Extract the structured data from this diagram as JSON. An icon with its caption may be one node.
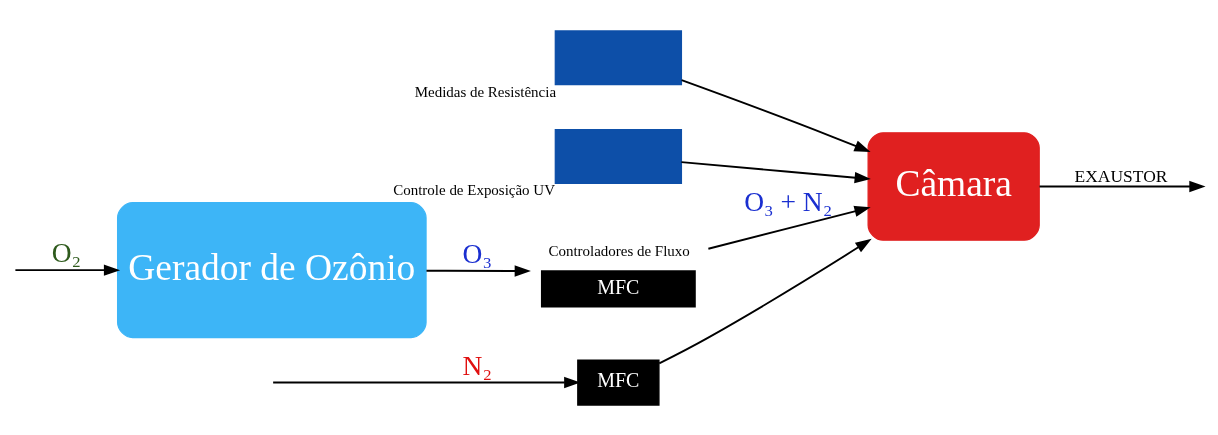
{
  "diagram": {
    "nodes": [
      {
        "text": [
          "Gerador de Ozônio"
        ]
      },
      {
        "text": [
          "MFC"
        ],
        "beside": [
          "Controladores de Fluxo"
        ]
      },
      {
        "text": [
          "MFC"
        ]
      },
      {
        "text": [
          "Câmara"
        ]
      },
      {
        "text": [
          "Medidas de Resistência"
        ]
      },
      {
        "text": [
          "Controle de Exposição UV"
        ]
      }
    ],
    "edges": [
      {
        "from": null,
        "to": 0,
        "arrow": "to",
        "label": "O₂"
      },
      {
        "from": 0,
        "to": 1,
        "arrow": "to",
        "label": "O₃"
      },
      {
        "from": null,
        "to": 2,
        "arrow": "to",
        "label": "N₂"
      },
      {
        "from": 1,
        "to": 3,
        "arrow": "to",
        "label": "O₃ + N₂"
      },
      {
        "from": 2,
        "to": 3,
        "arrow": "to"
      },
      {
        "from": 4,
        "to": 3,
        "arrow": "to"
      },
      {
        "from": 5,
        "to": 3,
        "arrow": "to"
      },
      {
        "from": 3,
        "to": null,
        "arrow": "to",
        "label": "EXAUSTOR"
      }
    ]
  }
}
